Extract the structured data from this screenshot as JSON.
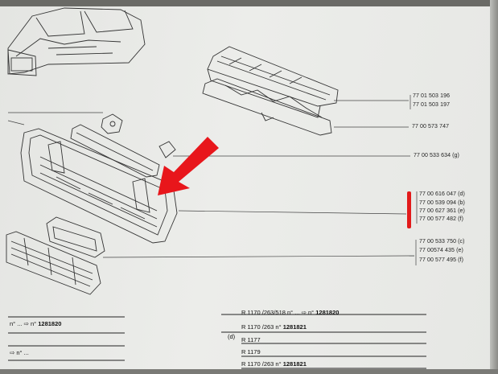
{
  "parts": {
    "p1": "77 01 503 196",
    "p2": "77 01 503 197",
    "p3": "77 00 573 747",
    "p4": "77 00 533 634  (g)",
    "p5": "77 00 616 047  (d)",
    "p6": "77 00 539 094  (b)",
    "p7": "77 00 627 361  (e)",
    "p8": "77 00 577 482  (f)",
    "p9": "77 00 533 750 (c)",
    "p10": "77 00574 435  (e)",
    "p11": "77 00 577 495 (f)"
  },
  "left_table": {
    "row1_prefix": "n° ...  ⇨  n°",
    "row1_serial": "1281820",
    "row2": "⇨ n° ..."
  },
  "right_table": {
    "marker": "(d)",
    "r1_model": "R 1170",
    "r1_mid": "/263/518  n° ...  ⇨  n°",
    "r1_serial": "1281820",
    "r2_model": "R 1170",
    "r2_mid": "/263  n°",
    "r2_serial": "1281821",
    "r3_model": "R 1177",
    "r4_model": "R 1179",
    "r5_model": "R 1170",
    "r5_mid": "/263  n°",
    "r5_serial": "1281821"
  },
  "colors": {
    "highlight": "#e21a1a",
    "paper": "#e9eae7"
  }
}
